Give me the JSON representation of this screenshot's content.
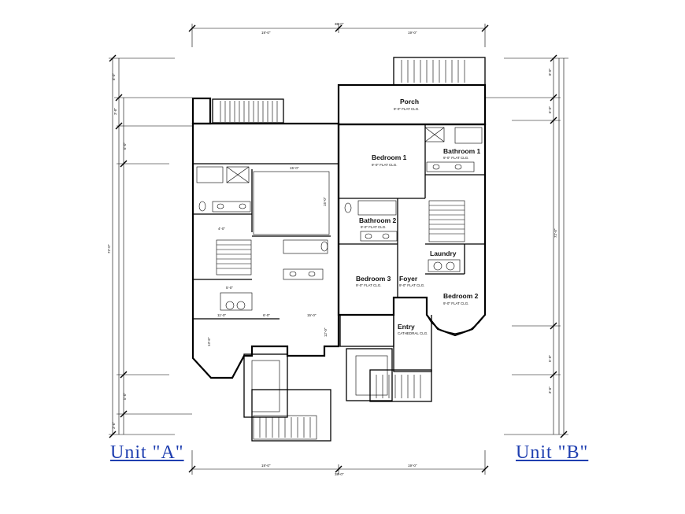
{
  "units": {
    "a": "Unit \"A\"",
    "b": "Unit \"B\""
  },
  "rooms": {
    "porch": {
      "name": "Porch",
      "ceiling": "9'-0\" FLAT CLG."
    },
    "bedroom1_b": {
      "name": "Bedroom 1",
      "ceiling": "9'-0\" FLAT CLG."
    },
    "bath1_b": {
      "name": "Bathroom 1",
      "ceiling": "9'-0\" FLAT CLG."
    },
    "bath2_b": {
      "name": "Bathroom 2",
      "ceiling": "9'-0\" FLAT CLG."
    },
    "laundry": {
      "name": "Laundry",
      "ceiling": ""
    },
    "bedroom3_b": {
      "name": "Bedroom 3",
      "ceiling": "9'-0\" FLAT CLG."
    },
    "foyer": {
      "name": "Foyer",
      "ceiling": "9'-0\" FLAT CLG."
    },
    "bedroom2_b": {
      "name": "Bedroom 2",
      "ceiling": "9'-0\" FLAT CLG."
    },
    "entry": {
      "name": "Entry",
      "ceiling": "CATHEDRAL CLG."
    }
  },
  "dimensions": {
    "top_overall": "38'-0\"",
    "top_left": "19'-0\"",
    "top_right": "19'-0\"",
    "bottom_overall": "38'-0\"",
    "bottom_left": "19'-0\"",
    "bottom_right": "19'-0\"",
    "left_overall": "72'-0\"",
    "left_seg1": "8'-0\"",
    "left_seg2": "3'-8\"",
    "left_seg3": "6'-0\"",
    "left_seg4": "5'-0\"",
    "left_seg5": "3'-6\"",
    "right_overall": "72'-0\"",
    "right_seg1": "8'-0\"",
    "right_seg2": "6'-0\"",
    "right_seg3": "5'-0\"",
    "right_seg4": "3'-6\"",
    "unit_a_room_width": "15'-0\"",
    "unit_a_room_depth": "15'-0\"",
    "unit_a_closet": "4'-0\"",
    "unit_a_hall": "5'-0\"",
    "unit_a_bay": "11'-0\"",
    "unit_a_center": "6'-0\"",
    "unit_a_stair": "15'-0\"",
    "unit_a_depth": "12'-0\"",
    "unit_a_left": "13'-6\""
  }
}
